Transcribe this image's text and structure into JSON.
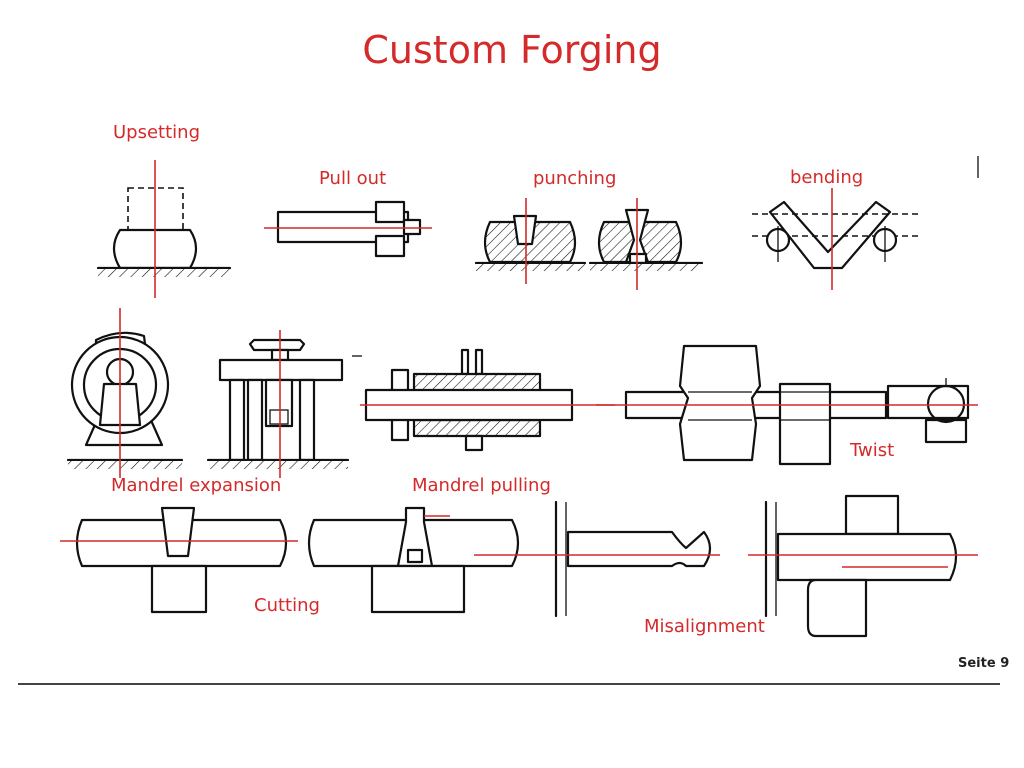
{
  "title": "Custom Forging",
  "labels": {
    "upsetting": "Upsetting",
    "pull_out": "Pull out",
    "punching": "punching",
    "bending": "bending",
    "twist": "Twist",
    "mandrel_expansion": "Mandrel expansion",
    "mandrel_pulling": "Mandrel pulling",
    "cutting": "Cutting",
    "misalignment": "Misalignment"
  },
  "slide_number": "Seite 9",
  "colors": {
    "accent": "#d42a2a",
    "line": "#111111"
  }
}
